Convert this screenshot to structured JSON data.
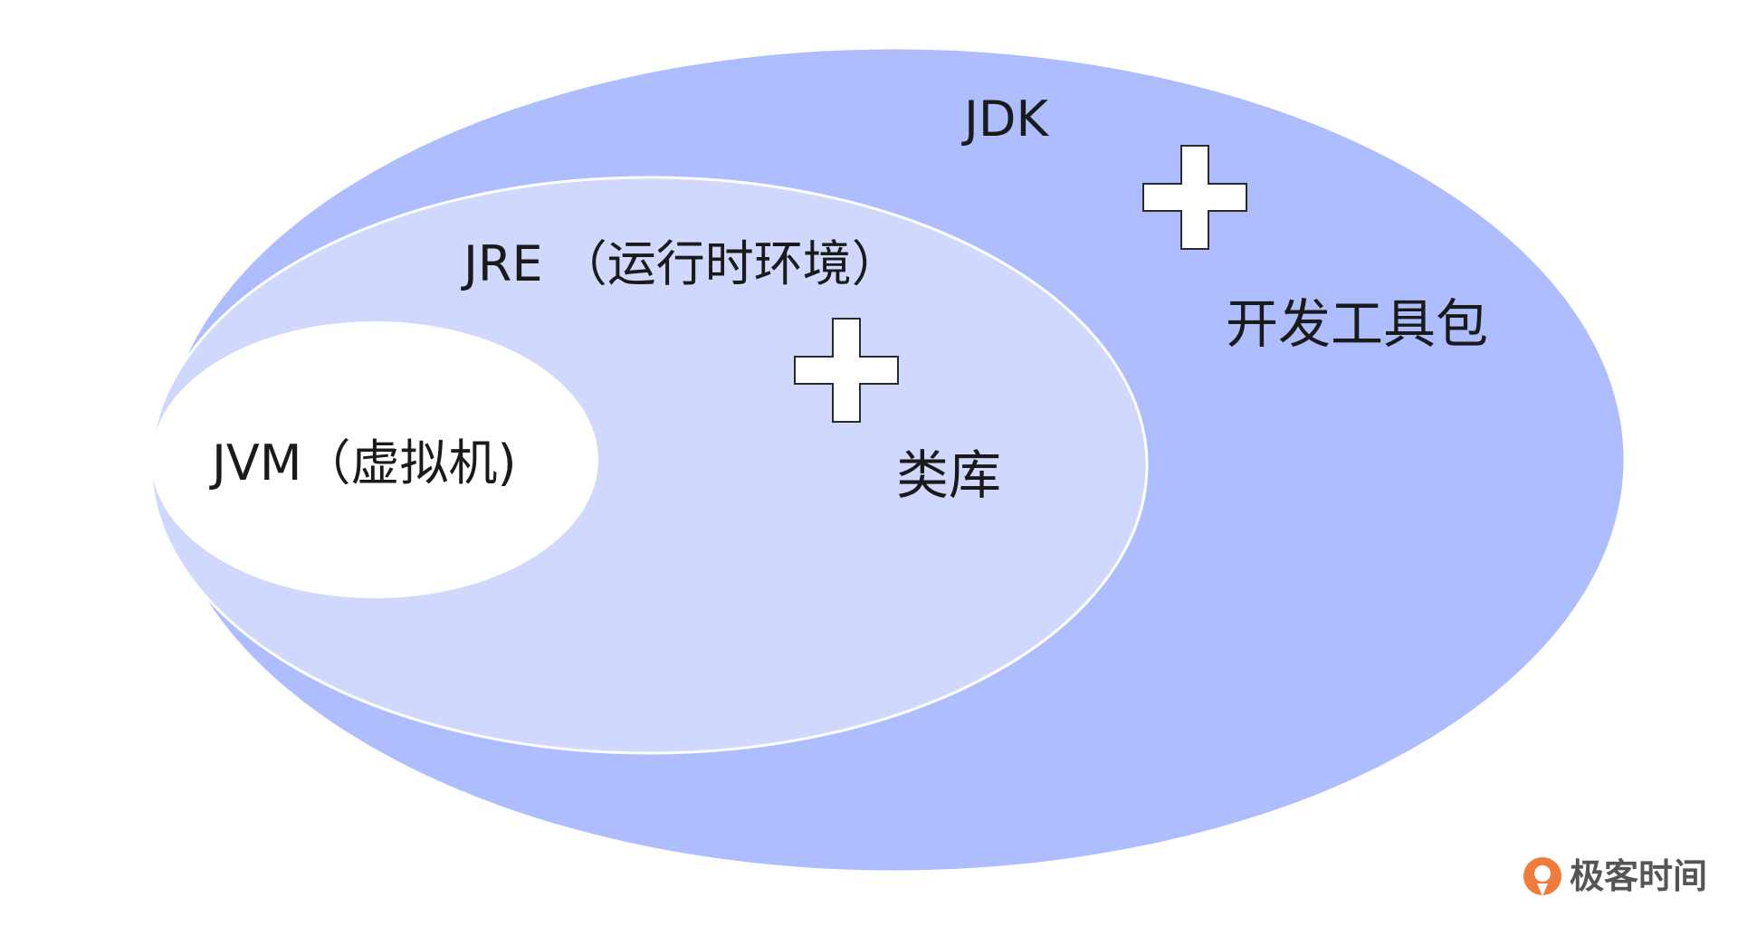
{
  "diagram": {
    "jdk_label": "JDK",
    "jre_label": "JRE （运行时环境）",
    "jvm_label": "JVM（虚拟机)",
    "tools_label": "开发工具包",
    "library_label": "类库",
    "plus_symbol": "+",
    "icon": "plus-icon"
  },
  "brand": {
    "name": "极客时间",
    "icon": "geektime-logo-icon"
  },
  "colors": {
    "jdk_fill": "#adbdfd",
    "jre_fill": "#d0d8fe",
    "jvm_fill": "#ffffff",
    "text": "#1a1a1a",
    "brand_orange": "#f07c3b",
    "brand_text": "#555555"
  }
}
